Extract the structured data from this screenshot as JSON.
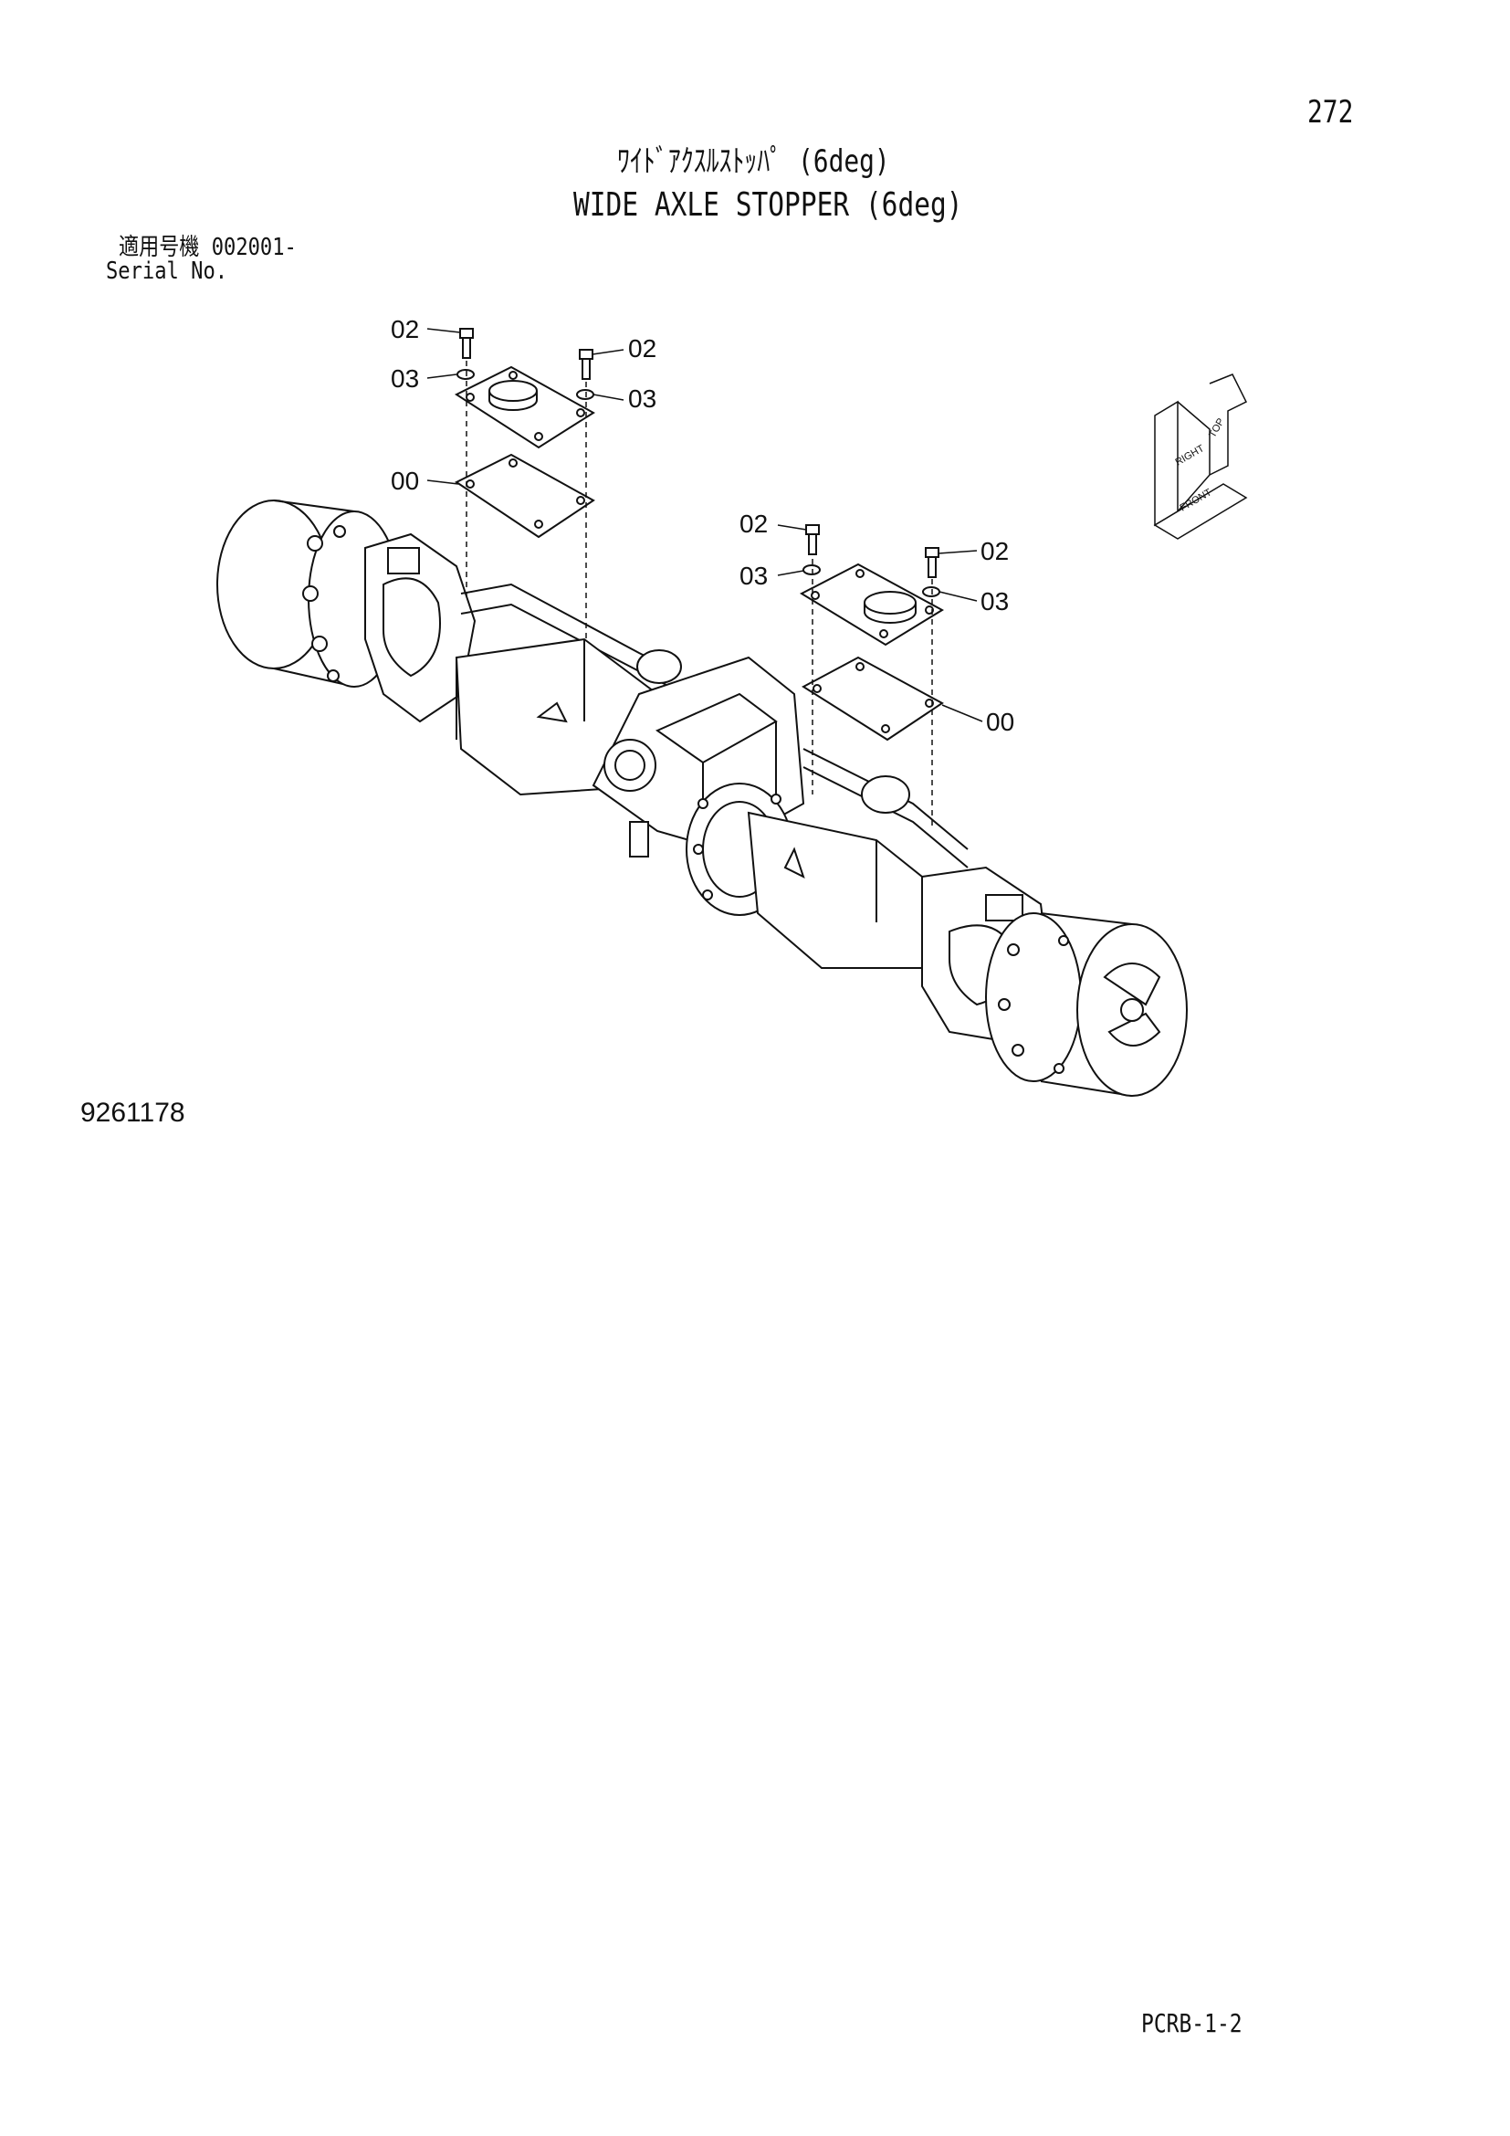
{
  "header": {
    "page_number": "272",
    "title_jp": "ﾜｲﾄﾞｱｸｽﾙｽﾄｯﾊﾟ (6deg)",
    "title_en": "WIDE AXLE STOPPER (6deg)"
  },
  "serial": {
    "label_jp": "適用号機 002001-",
    "label_en": "Serial No."
  },
  "callouts": {
    "left": [
      "02",
      "02",
      "03",
      "03",
      "00"
    ],
    "right": [
      "02",
      "02",
      "03",
      "03",
      "00"
    ]
  },
  "orientation_marker": {
    "labels": [
      "TOP",
      "RIGHT",
      "FRONT"
    ],
    "icon": "orientation-cube-icon"
  },
  "drawing_number": "9261178",
  "footer": {
    "code": "PCRB-1-2"
  }
}
